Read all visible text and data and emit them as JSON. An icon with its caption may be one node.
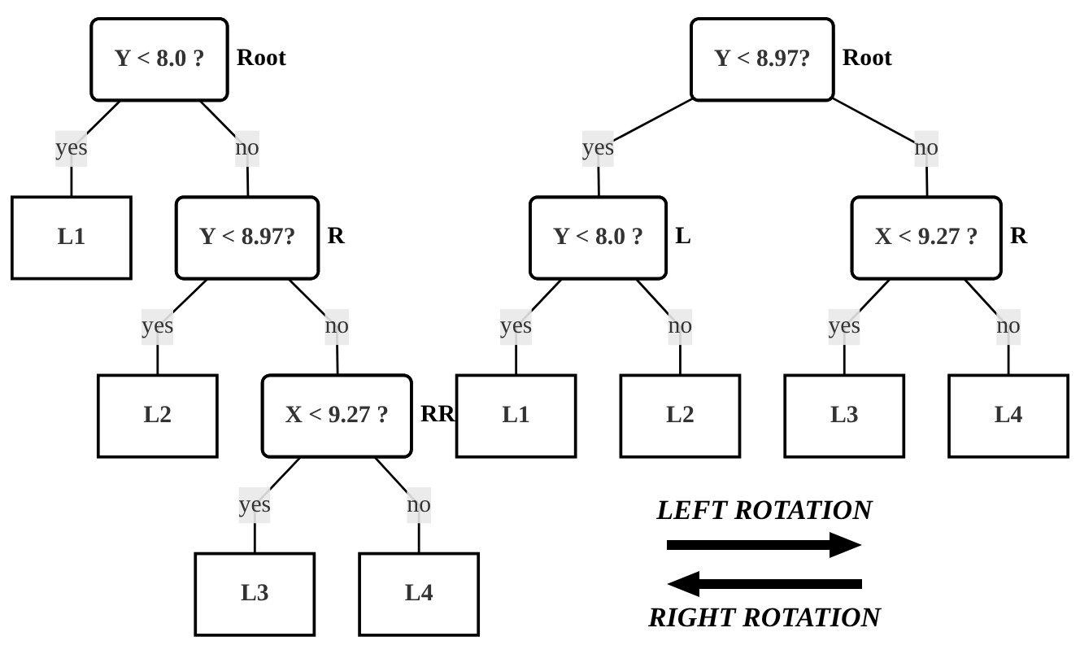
{
  "diagram": {
    "nodes": [
      {
        "text": [
          "Y < 8.0 ?"
        ],
        "beside": [
          "Root"
        ]
      },
      {
        "text": [
          "L1"
        ]
      },
      {
        "text": [
          "Y < 8.97?"
        ],
        "beside": [
          "R"
        ]
      },
      {
        "text": [
          "L2"
        ]
      },
      {
        "text": [
          "X < 9.27 ?"
        ],
        "beside": [
          "RR"
        ]
      },
      {
        "text": [
          "L3"
        ]
      },
      {
        "text": [
          "L4"
        ]
      },
      {
        "text": [
          "Y < 8.97?"
        ],
        "beside": [
          "Root"
        ]
      },
      {
        "text": [
          "Y < 8.0 ?"
        ],
        "beside": [
          "L"
        ]
      },
      {
        "text": [
          "X < 9.27 ?"
        ],
        "beside": [
          "R"
        ]
      },
      {
        "text": [
          "L1"
        ]
      },
      {
        "text": [
          "L2"
        ]
      },
      {
        "text": [
          "L3"
        ]
      },
      {
        "text": [
          "L4"
        ]
      }
    ],
    "edges": [
      {
        "from": 0,
        "to": 1,
        "arrow": "none",
        "label": "yes"
      },
      {
        "from": 0,
        "to": 2,
        "arrow": "none",
        "label": "no"
      },
      {
        "from": 2,
        "to": 3,
        "arrow": "none",
        "label": "yes"
      },
      {
        "from": 2,
        "to": 4,
        "arrow": "none",
        "label": "no"
      },
      {
        "from": 4,
        "to": 5,
        "arrow": "none",
        "label": "yes"
      },
      {
        "from": 4,
        "to": 6,
        "arrow": "none",
        "label": "no"
      },
      {
        "from": 7,
        "to": 8,
        "arrow": "none",
        "label": "yes"
      },
      {
        "from": 7,
        "to": 9,
        "arrow": "none",
        "label": "no"
      },
      {
        "from": 8,
        "to": 10,
        "arrow": "none",
        "label": "yes"
      },
      {
        "from": 8,
        "to": 11,
        "arrow": "none",
        "label": "no"
      },
      {
        "from": 9,
        "to": 12,
        "arrow": "none",
        "label": "yes"
      },
      {
        "from": 9,
        "to": 13,
        "arrow": "none",
        "label": "no"
      }
    ],
    "labels": [
      "LEFT ROTATION",
      "RIGHT ROTATION"
    ]
  }
}
